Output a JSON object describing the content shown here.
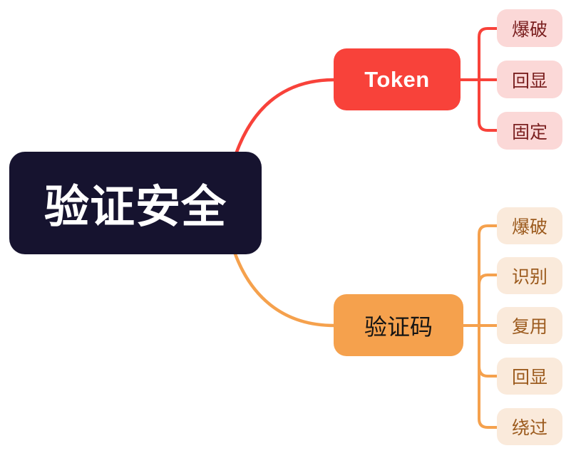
{
  "canvas": {
    "background_color": "#ffffff"
  },
  "root": {
    "label": "验证安全",
    "bg_color": "#16132f",
    "text_color": "#ffffff"
  },
  "branches": [
    {
      "label": "Token",
      "line_color": "#f8423a",
      "node_bg_color": "#f8423a",
      "node_text_color": "#ffffff",
      "child_bg_color": "#fbd8d7",
      "child_text_color": "#7b2020",
      "children": [
        "爆破",
        "回显",
        "固定"
      ]
    },
    {
      "label": "验证码",
      "line_color": "#f5a14d",
      "node_bg_color": "#f5a14d",
      "node_text_color": "#141414",
      "child_bg_color": "#faeadb",
      "child_text_color": "#9c5b1e",
      "children": [
        "爆破",
        "识别",
        "复用",
        "回显",
        "绕过"
      ]
    }
  ]
}
